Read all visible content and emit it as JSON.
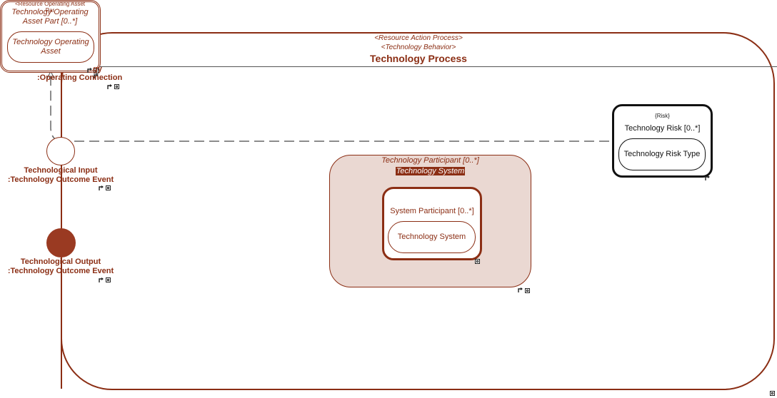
{
  "process": {
    "stereotype1": "<Resource Action Process>",
    "stereotype2": "<Technology Behavior>",
    "title": "Technology Process"
  },
  "asset_part": {
    "stereotype": "<Resource Operating Asset",
    "stereotype_suffix": "Par",
    "name_line1": "Technology Operating",
    "name_line2": "Asset Part [0..*]",
    "type_line1": "Technology Operating",
    "type_line2": "Asset"
  },
  "operating_connection": {
    "line1": "gy",
    "line2": ":Operating Connection"
  },
  "tech_input": {
    "line1": "Technological Input",
    "line2": ":Technology Outcome Event"
  },
  "tech_output": {
    "line1": "Technological Output",
    "line2": ":Technology Outcome Event"
  },
  "participant": {
    "name": "Technology Participant [0..*]",
    "type": "Technology System"
  },
  "system_participant": {
    "name": "System Participant [0..*]",
    "type": "Technology System"
  },
  "risk": {
    "stereotype": "{Risk}",
    "name": "Technology Risk [0..*]",
    "type": "Technology Risk Type"
  },
  "colors": {
    "accent": "#8b2e14",
    "participant_fill": "#ead8d2",
    "output_fill": "#9a3a22"
  }
}
